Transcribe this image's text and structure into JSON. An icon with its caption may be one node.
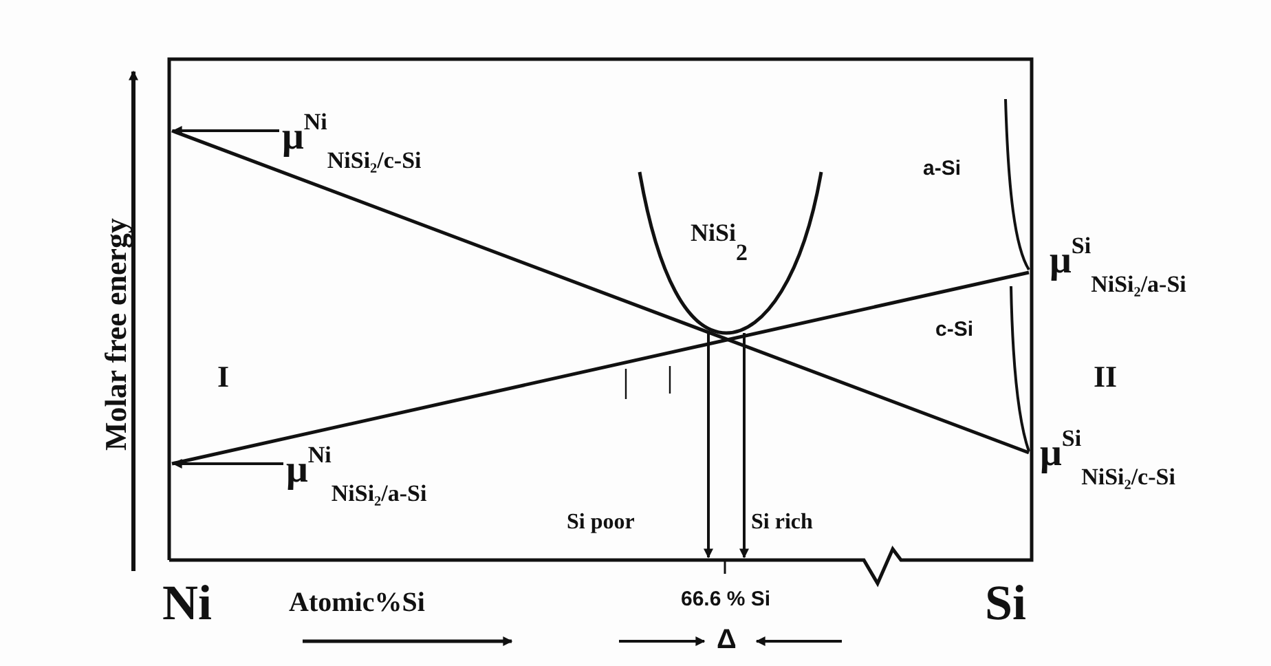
{
  "diagram": {
    "nodes": [
      {
        "text": [
          "μ$^{Ni}$$_{NiSi₂/c-Si}$"
        ]
      },
      {
        "text": [
          "μ$^{Ni}$$_{NiSi₂/a-Si}$"
        ]
      }
    ],
    "edges": [
      {
        "from": 0,
        "to": null,
        "arrow": "to"
      },
      {
        "from": 1,
        "to": null,
        "arrow": "to"
      }
    ],
    "labels": [
      "Molar free energy",
      "NiSi$_{2}$",
      "a-Si",
      "μ$^{Si}$$_{NiSi₂/a-Si}$",
      "c-Si",
      "I",
      "II",
      "μ$^{Si}$$_{NiSi₂/c-Si}$",
      "Si poor",
      "Si rich",
      "Ni",
      "Atomic%Si",
      "66.6 % Si",
      "Δ",
      "Si"
    ]
  }
}
